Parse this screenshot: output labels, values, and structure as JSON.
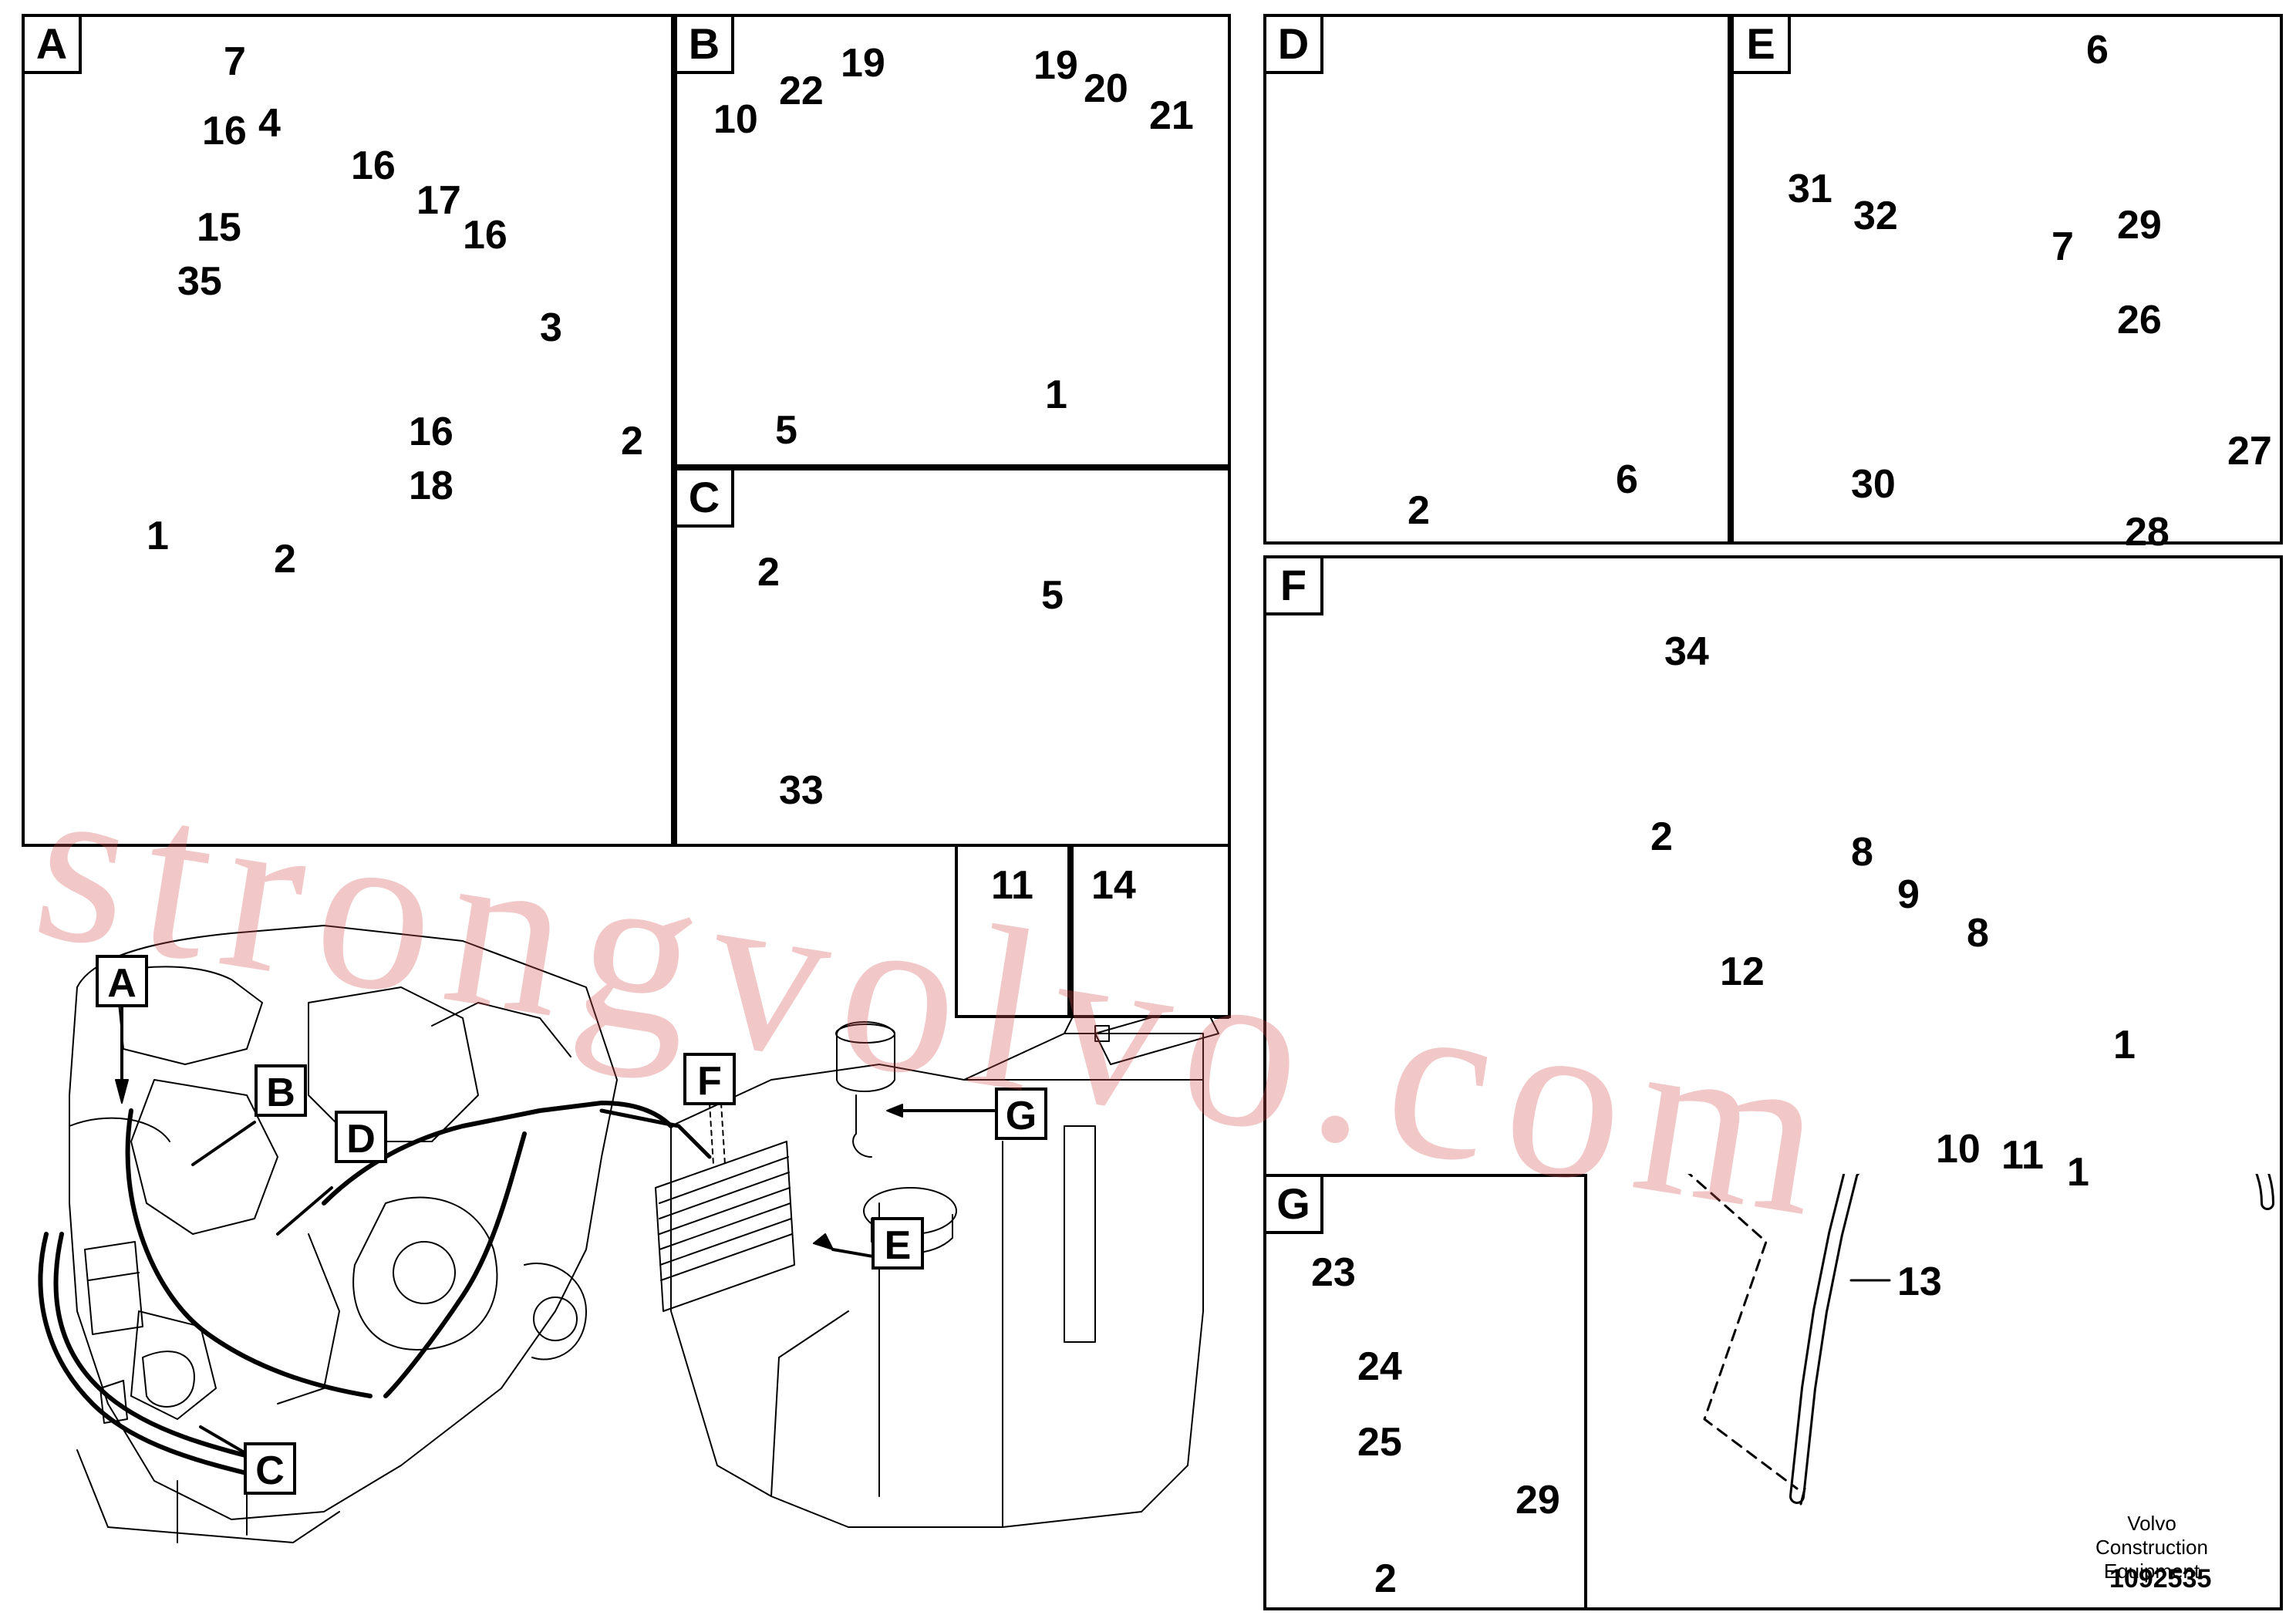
{
  "panels": {
    "A": "A",
    "B": "B",
    "C": "C",
    "D": "D",
    "E": "E",
    "F": "F",
    "G": "G"
  },
  "overview_labels": {
    "A": "A",
    "B": "B",
    "C": "C",
    "D": "D",
    "E": "E",
    "F": "F",
    "G": "G"
  },
  "callouts": {
    "A": [
      "7",
      "16",
      "4",
      "16",
      "17",
      "16",
      "15",
      "35",
      "3",
      "16",
      "18",
      "2",
      "2",
      "1"
    ],
    "B": [
      "10",
      "22",
      "19",
      "19",
      "20",
      "21",
      "5",
      "1"
    ],
    "C": [
      "2",
      "5",
      "33"
    ],
    "D": [
      "2",
      "6"
    ],
    "E": [
      "6",
      "31",
      "32",
      "7",
      "29",
      "26",
      "30",
      "27",
      "28"
    ],
    "F": [
      "34",
      "2",
      "8",
      "9",
      "8",
      "12",
      "1",
      "10",
      "11",
      "1",
      "13"
    ],
    "G": [
      "23",
      "24",
      "25",
      "29",
      "2"
    ],
    "inset_11": "11",
    "inset_14": "14"
  },
  "footer": {
    "credit": "Volvo Construction Equipment",
    "doc_number": "1092535"
  },
  "watermark": "strongvolvo.com",
  "colors": {
    "line": "#000000",
    "watermark": "#d75050"
  }
}
